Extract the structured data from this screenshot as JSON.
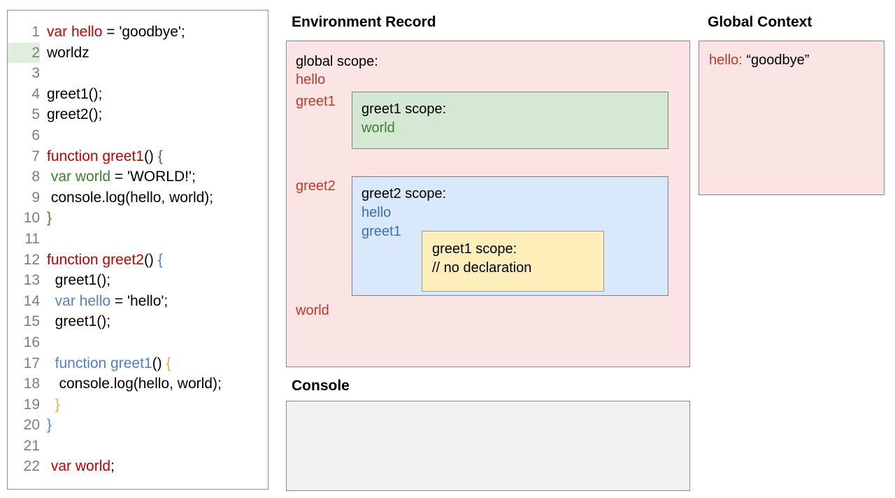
{
  "editor": {
    "name": "javascript-code-editor",
    "highlighted_line": 2,
    "lines": [
      {
        "num": "1",
        "tokens": [
          {
            "t": "var hello",
            "c": "red"
          },
          {
            "t": " = 'goodbye';",
            "c": "black"
          }
        ]
      },
      {
        "num": "2",
        "tokens": [
          {
            "t": "worldz",
            "c": "black"
          }
        ]
      },
      {
        "num": "3",
        "tokens": [
          {
            "t": "",
            "c": "black"
          }
        ]
      },
      {
        "num": "4",
        "tokens": [
          {
            "t": "greet1();",
            "c": "black"
          }
        ]
      },
      {
        "num": "5",
        "tokens": [
          {
            "t": "greet2();",
            "c": "black"
          }
        ]
      },
      {
        "num": "6",
        "tokens": [
          {
            "t": "",
            "c": "black"
          }
        ]
      },
      {
        "num": "7",
        "tokens": [
          {
            "t": "function greet1",
            "c": "red"
          },
          {
            "t": "() ",
            "c": "black"
          },
          {
            "t": "{",
            "c": "green"
          }
        ]
      },
      {
        "num": "8",
        "tokens": [
          {
            "t": " ",
            "c": "black"
          },
          {
            "t": "var world",
            "c": "green"
          },
          {
            "t": " = 'WORLD!';",
            "c": "black"
          }
        ]
      },
      {
        "num": "9",
        "tokens": [
          {
            "t": " console.log(hello, world);",
            "c": "black"
          }
        ]
      },
      {
        "num": "10",
        "tokens": [
          {
            "t": "}",
            "c": "green"
          }
        ]
      },
      {
        "num": "11",
        "tokens": [
          {
            "t": "",
            "c": "black"
          }
        ]
      },
      {
        "num": "12",
        "tokens": [
          {
            "t": "function greet2",
            "c": "red"
          },
          {
            "t": "() ",
            "c": "black"
          },
          {
            "t": "{",
            "c": "blue"
          }
        ]
      },
      {
        "num": "13",
        "tokens": [
          {
            "t": "  greet1();",
            "c": "black"
          }
        ]
      },
      {
        "num": "14",
        "tokens": [
          {
            "t": "  ",
            "c": "black"
          },
          {
            "t": "var hello",
            "c": "blue"
          },
          {
            "t": " = 'hello';",
            "c": "black"
          }
        ]
      },
      {
        "num": "15",
        "tokens": [
          {
            "t": "  greet1();",
            "c": "black"
          }
        ]
      },
      {
        "num": "16",
        "tokens": [
          {
            "t": "",
            "c": "black"
          }
        ]
      },
      {
        "num": "17",
        "tokens": [
          {
            "t": "  ",
            "c": "black"
          },
          {
            "t": "function greet1",
            "c": "blue"
          },
          {
            "t": "() ",
            "c": "black"
          },
          {
            "t": "{",
            "c": "yellow"
          }
        ]
      },
      {
        "num": "18",
        "tokens": [
          {
            "t": "   console.log(hello, world);",
            "c": "black"
          }
        ]
      },
      {
        "num": "19",
        "tokens": [
          {
            "t": "  ",
            "c": "black"
          },
          {
            "t": "}",
            "c": "yellow"
          }
        ]
      },
      {
        "num": "20",
        "tokens": [
          {
            "t": "}",
            "c": "blue"
          }
        ]
      },
      {
        "num": "21",
        "tokens": [
          {
            "t": "",
            "c": "black"
          }
        ]
      },
      {
        "num": "22",
        "tokens": [
          {
            "t": " ",
            "c": "black"
          },
          {
            "t": "var world",
            "c": "red"
          },
          {
            "t": ";",
            "c": "black"
          }
        ]
      }
    ]
  },
  "environment_record": {
    "title": "Environment Record",
    "global": {
      "scope_label": "global scope:",
      "bindings": [
        "hello",
        "greet1",
        "greet2",
        "world"
      ]
    },
    "greet1_scope": {
      "title": "greet1 scope:",
      "bindings": [
        "world"
      ]
    },
    "greet2_scope": {
      "title": "greet2 scope:",
      "bindings": [
        "hello",
        "greet1"
      ]
    },
    "greet1_nested_scope": {
      "title": "greet1 scope:",
      "note": "// no declaration"
    }
  },
  "console": {
    "title": "Console",
    "output": ""
  },
  "global_context": {
    "title": "Global Context",
    "entries": [
      {
        "key": "hello:",
        "value": "“goodbye”"
      }
    ]
  },
  "colors": {
    "global_scope_fill": "#fbe4e4",
    "greet1_scope_fill": "#d5e8d4",
    "greet2_scope_fill": "#dae8fc",
    "greet1_nested_fill": "#fdeeba",
    "console_fill": "#f2f2f2",
    "red_token": "#c00000",
    "green_token": "#3f7f28",
    "blue_token": "#3a6fb5",
    "yellow_token": "#e8b33a",
    "line_highlight": "#dfeedd"
  }
}
